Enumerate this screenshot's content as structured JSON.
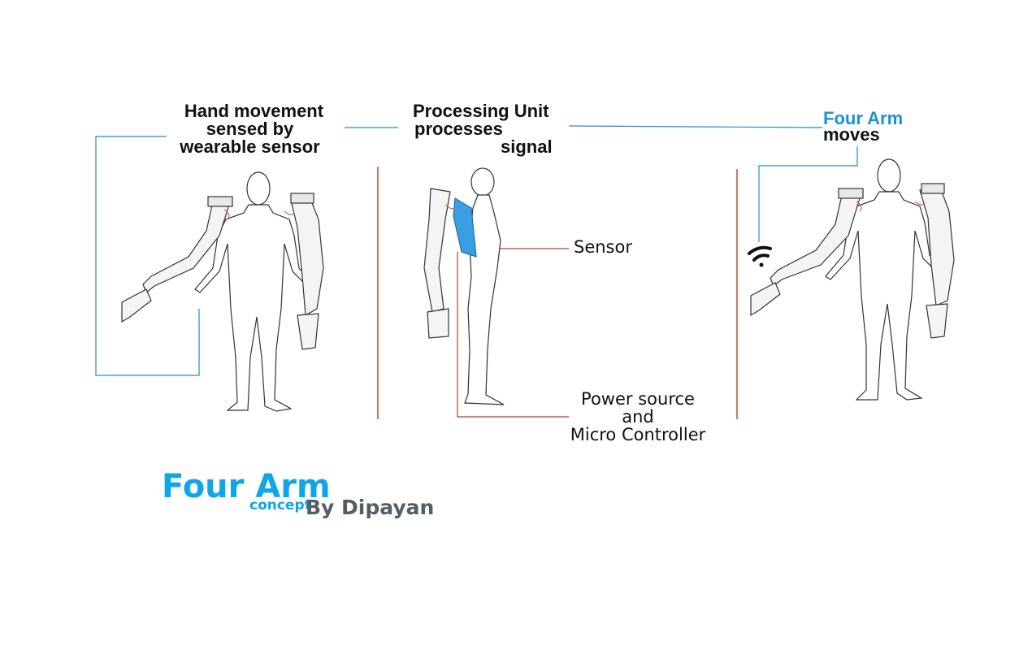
{
  "steps": {
    "sense": {
      "line1": "Hand movement",
      "line2": "sensed by",
      "line3": "wearable sensor"
    },
    "process": {
      "line1": "Processing Unit",
      "line2": "processes",
      "line3": "signal"
    },
    "move": {
      "line1": "Four Arm",
      "line2": "moves"
    }
  },
  "labels": {
    "sensor": "Sensor",
    "power1": "Power source",
    "power2": "and",
    "power3": "Micro Controller"
  },
  "footer": {
    "title": "Four Arm",
    "concept": "concept",
    "by": "By Dipayan"
  },
  "colors": {
    "accent": "#1e90d6",
    "connector": "#1f8fc9",
    "divider": "#c0392b",
    "panel": "#3b9ee0"
  },
  "icons": [
    "wifi-icon"
  ]
}
